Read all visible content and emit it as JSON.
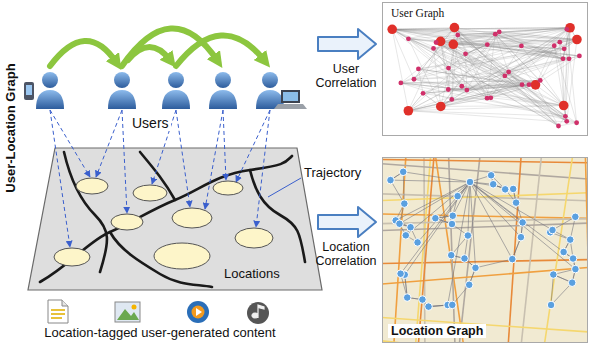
{
  "diagram": {
    "nodes": [
      {
        "text": [
          "User Graph"
        ]
      },
      {
        "text": [
          "Location Graph"
        ]
      }
    ],
    "labels": [
      "User-Location Graph",
      "Users",
      "User Correlation",
      "Trajectory",
      "Location Correlation",
      "Locations",
      "Location-tagged user-generated content"
    ]
  }
}
